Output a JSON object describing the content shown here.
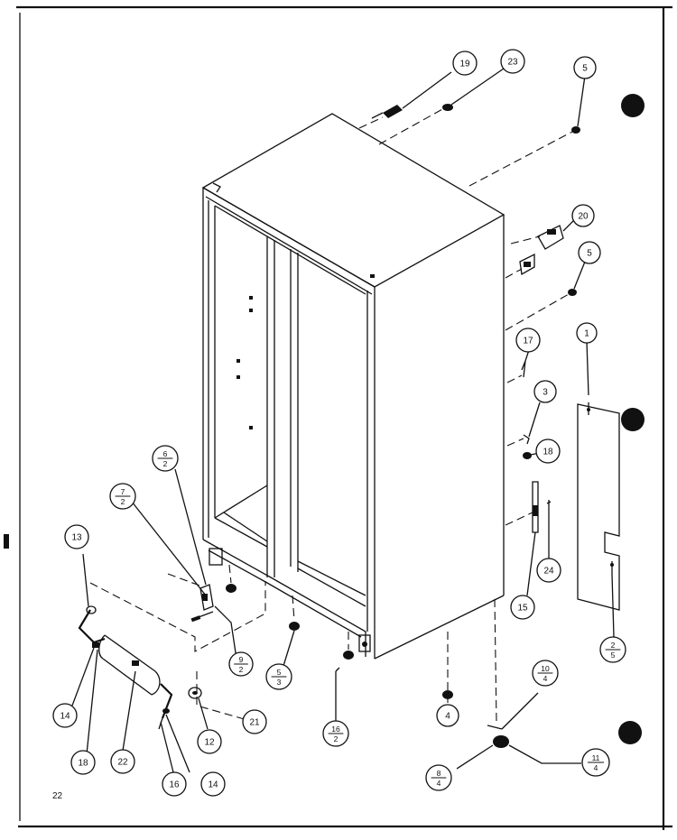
{
  "page_number": "22",
  "callouts": [
    {
      "id": "c19",
      "label": "19"
    },
    {
      "id": "c23",
      "label": "23"
    },
    {
      "id": "c5a",
      "label": "5"
    },
    {
      "id": "c20",
      "label": "20"
    },
    {
      "id": "c5b",
      "label": "5"
    },
    {
      "id": "c17",
      "label": "17"
    },
    {
      "id": "c1",
      "label": "1"
    },
    {
      "id": "c3",
      "label": "3"
    },
    {
      "id": "c18a",
      "label": "18"
    },
    {
      "id": "c24",
      "label": "24"
    },
    {
      "id": "c15",
      "label": "15"
    },
    {
      "id": "c4",
      "label": "4"
    },
    {
      "id": "c13",
      "label": "13"
    },
    {
      "id": "c14a",
      "label": "14"
    },
    {
      "id": "c18b",
      "label": "18"
    },
    {
      "id": "c22",
      "label": "22"
    },
    {
      "id": "c16",
      "label": "16"
    },
    {
      "id": "c14b",
      "label": "14"
    },
    {
      "id": "c12",
      "label": "12"
    },
    {
      "id": "c21",
      "label": "21"
    }
  ],
  "fraction_callouts": [
    {
      "id": "f6_2",
      "top": "6",
      "bottom": "2"
    },
    {
      "id": "f7_2",
      "top": "7",
      "bottom": "2"
    },
    {
      "id": "f9_2",
      "top": "9",
      "bottom": "2"
    },
    {
      "id": "f5_3",
      "top": "5",
      "bottom": "3"
    },
    {
      "id": "f16_2",
      "top": "16",
      "bottom": "2"
    },
    {
      "id": "f2_5",
      "top": "2",
      "bottom": "5"
    },
    {
      "id": "f10_4",
      "top": "10",
      "bottom": "4"
    },
    {
      "id": "f8_4",
      "top": "8",
      "bottom": "4"
    },
    {
      "id": "f11_4",
      "top": "11",
      "bottom": "4"
    }
  ]
}
